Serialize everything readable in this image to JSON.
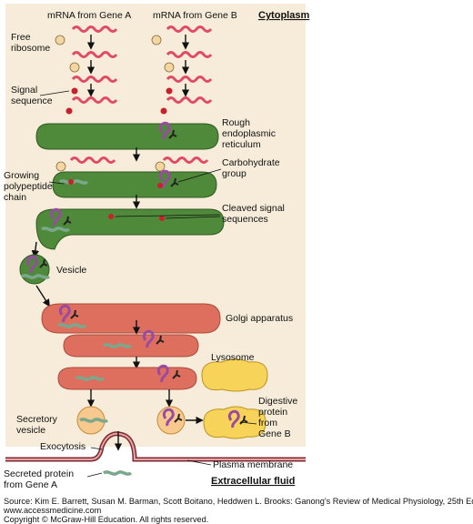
{
  "labels": {
    "gene_a": "mRNA from Gene A",
    "gene_b": "mRNA from Gene B",
    "cytoplasm": "Cytoplasm",
    "free_ribosome": [
      "Free",
      "ribosome"
    ],
    "signal_sequence": [
      "Signal",
      "sequence"
    ],
    "rough_er": [
      "Rough",
      "endoplasmic",
      "reticulum"
    ],
    "carbohydrate_group": [
      "Carbohydrate",
      "group"
    ],
    "growing_chain": [
      "Growing",
      "polypeptide",
      "chain"
    ],
    "cleaved_signal": [
      "Cleaved signal",
      "sequences"
    ],
    "vesicle": "Vesicle",
    "golgi": "Golgi apparatus",
    "lysosome": "Lysosome",
    "digestive_protein": [
      "Digestive",
      "protein",
      "from",
      "Gene B"
    ],
    "secretory_vesicle": [
      "Secretory",
      "vesicle"
    ],
    "exocytosis": "Exocytosis",
    "plasma_membrane": "Plasma membrane",
    "secreted_protein": [
      "Secreted protein",
      "from Gene A"
    ],
    "extracellular": "Extracellular fluid"
  },
  "footer": {
    "source": "Source: Kim E. Barrett, Susan M. Barman, Scott Boitano, Heddwen L. Brooks: Ganong's Review of Medical Physiology, 25th Ed.",
    "site": "www.accessmedicine.com",
    "copyright": "Copyright © McGraw-Hill Education.  All rights reserved."
  },
  "colors": {
    "background": "#f6ecd9",
    "mrna": "#e04a62",
    "ribosome": "#f3d6a0",
    "er": "#4e8a3a",
    "golgi": "#de6f5e",
    "lysosome": "#f7d35a",
    "vesicle": "#f8c98e",
    "signal": "#c8212b",
    "protein_a": "#7aa88c",
    "protein_b": "#9a4aa0",
    "carbohydrate": "#2a2a2a"
  }
}
